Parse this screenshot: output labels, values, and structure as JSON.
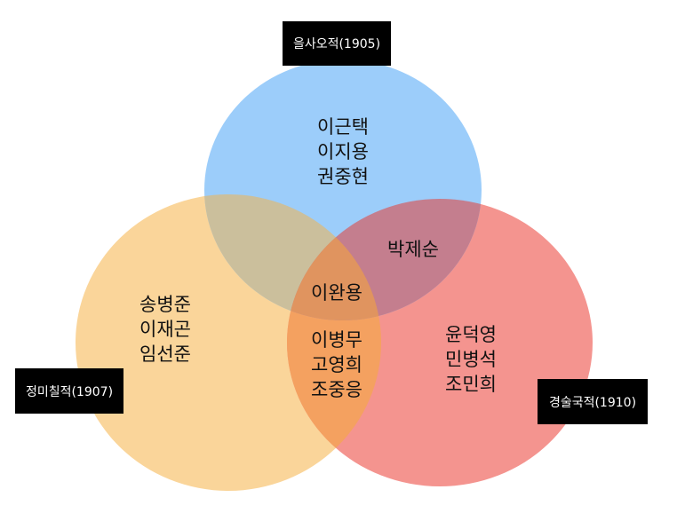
{
  "colors": {
    "blue": "#9ccdfa",
    "orange": "#fad59a",
    "red": "#f4948f",
    "blue_orange": "#cbbf9c",
    "blue_red": "#c47e8e",
    "orange_red": "#f4a160",
    "all": "#e0945f"
  },
  "sets": {
    "eulsa": {
      "label": "을사오적(1905)",
      "only": [
        "이근택",
        "이지용",
        "권중현"
      ]
    },
    "jeongmi": {
      "label": "정미칠적(1907)",
      "only": [
        "송병준",
        "이재곤",
        "임선준"
      ]
    },
    "gyeongsul": {
      "label": "경술국적(1910)",
      "only": [
        "윤덕영",
        "민병석",
        "조민희"
      ]
    }
  },
  "overlaps": {
    "eulsa_gyeongsul": [
      "박제순"
    ],
    "all_three": [
      "이완용"
    ],
    "jeongmi_gyeongsul": [
      "이병무",
      "고영희",
      "조중응"
    ]
  }
}
